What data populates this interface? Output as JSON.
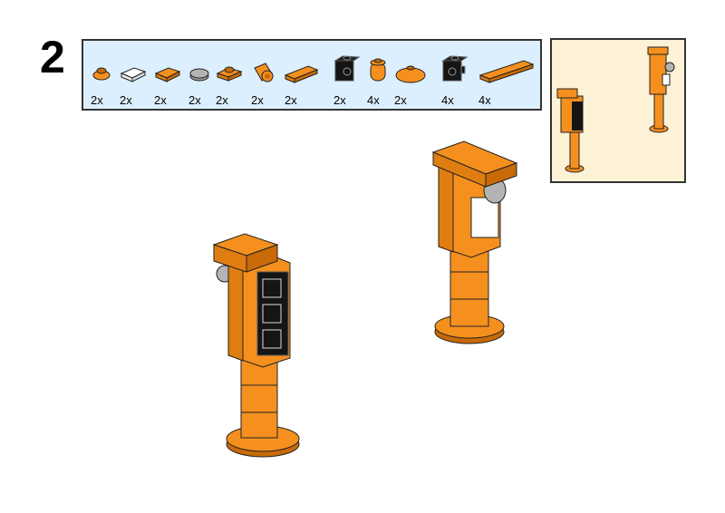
{
  "step_number": "2",
  "parts_list": [
    {
      "part": "round-plate-1x1-orange",
      "qty": "2x"
    },
    {
      "part": "tile-1x1-white",
      "qty": "2x"
    },
    {
      "part": "tile-1x1-orange",
      "qty": "2x"
    },
    {
      "part": "round-tile-1x1-grey",
      "qty": "2x"
    },
    {
      "part": "plate-1x1-orange",
      "qty": "2x"
    },
    {
      "part": "round-brick-1x1-orange",
      "qty": "2x"
    },
    {
      "part": "tile-1x2-orange",
      "qty": "2x"
    },
    {
      "part": "technic-brick-1x1-black",
      "qty": "2x"
    },
    {
      "part": "round-brick-1x1-stud-orange",
      "qty": "4x"
    },
    {
      "part": "dish-2x2-orange",
      "qty": "2x"
    },
    {
      "part": "brick-1x1-studs-sides-black",
      "qty": "4x"
    },
    {
      "part": "tile-1x4-orange",
      "qty": "4x"
    }
  ],
  "colors": {
    "orange": "#f5901e",
    "orange_dark": "#c96a08",
    "black": "#151515",
    "grey": "#b4b4b4",
    "panel_bg": "#dcefff",
    "inset_bg": "#fdf1d6"
  }
}
